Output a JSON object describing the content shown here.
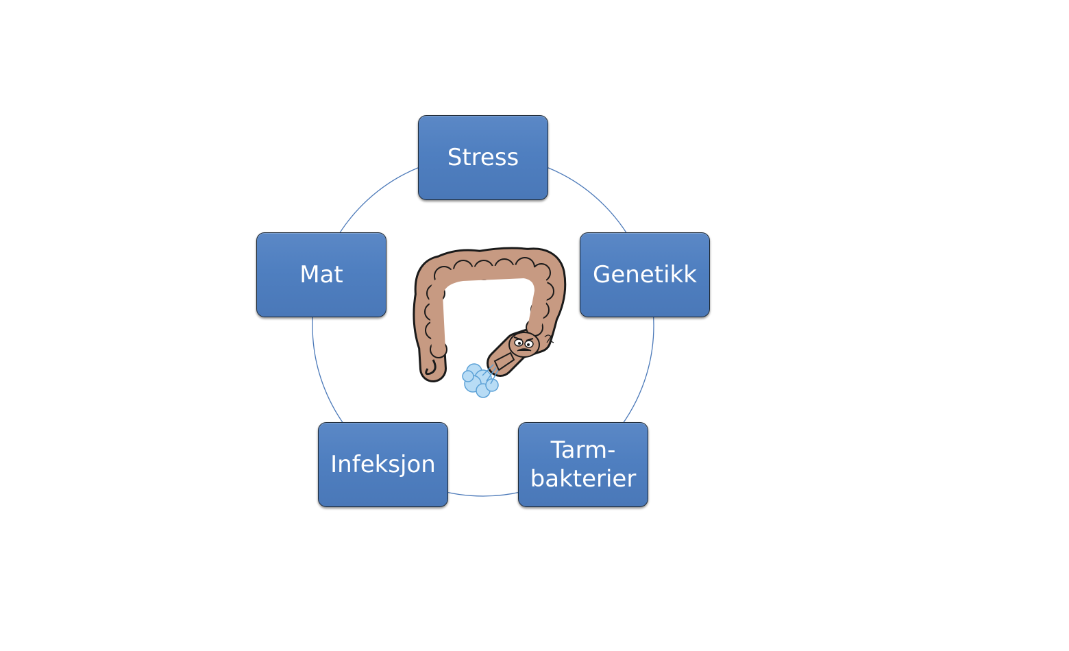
{
  "diagram": {
    "nodes": [
      {
        "id": "stress",
        "label": "Stress"
      },
      {
        "id": "genetikk",
        "label": "Genetikk"
      },
      {
        "id": "tarmbakterier",
        "label": "Tarm-\nbakterier"
      },
      {
        "id": "infeksjon",
        "label": "Infeksjon"
      },
      {
        "id": "mat",
        "label": "Mat"
      }
    ],
    "center_icon": "colon-cartoon-icon",
    "colors": {
      "node_fill": "#4f81bd",
      "node_border": "#1f2a36",
      "circle_stroke": "#4a78b8",
      "node_text": "#ffffff",
      "colon_fill": "#c79a82",
      "gas_cloud": "#8fc3ea"
    }
  }
}
